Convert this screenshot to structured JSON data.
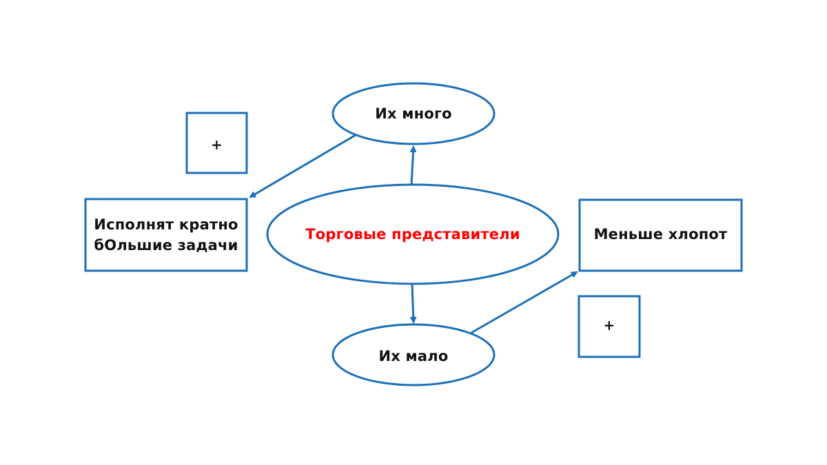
{
  "colors": {
    "stroke": "#1b6fb8",
    "text": "#111111",
    "accent_text": "#ff0000",
    "background": "#ffffff"
  },
  "nodes": {
    "center": {
      "label": "Торговые представители"
    },
    "many": {
      "label": "Их много"
    },
    "few": {
      "label": "Их мало"
    },
    "left_box": {
      "line1": "Исполнят кратно",
      "line2": "бОльшие задачи"
    },
    "right_box": {
      "label": "Меньше хлопот"
    },
    "plus_left": {
      "label": "+"
    },
    "plus_right": {
      "label": "+"
    }
  }
}
